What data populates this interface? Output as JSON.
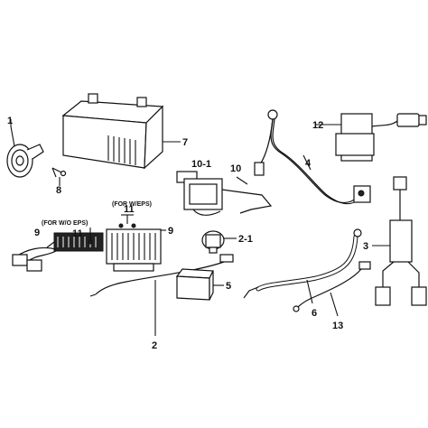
{
  "callouts": [
    {
      "id": "1",
      "text": "1"
    },
    {
      "id": "7",
      "text": "7"
    },
    {
      "id": "8",
      "text": "8"
    },
    {
      "id": "12",
      "text": "12"
    },
    {
      "id": "4",
      "text": "4"
    },
    {
      "id": "10-1",
      "text": "10-1"
    },
    {
      "id": "10",
      "text": "10"
    },
    {
      "id": "11a",
      "text": "11"
    },
    {
      "id": "11b",
      "text": "11"
    },
    {
      "id": "9a",
      "text": "9"
    },
    {
      "id": "9b",
      "text": "9"
    },
    {
      "id": "2-1",
      "text": "2-1"
    },
    {
      "id": "3",
      "text": "3"
    },
    {
      "id": "2",
      "text": "2"
    },
    {
      "id": "5",
      "text": "5"
    },
    {
      "id": "6",
      "text": "6"
    },
    {
      "id": "13",
      "text": "13"
    }
  ],
  "notes": {
    "with_eps": "(FOR W/EPS)",
    "without_eps": "(FOR W/O EPS)"
  }
}
